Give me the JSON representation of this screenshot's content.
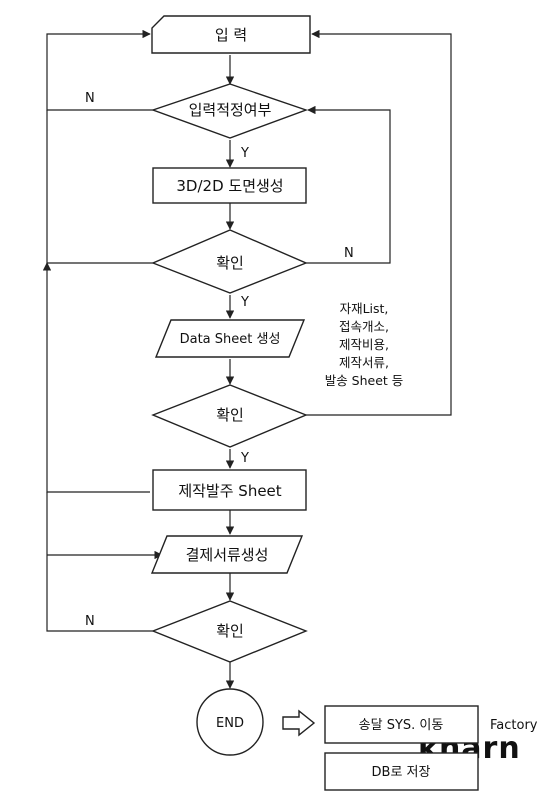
{
  "nodes": {
    "input": "입 력",
    "check_input": "입력적정여부",
    "drawing": "3D/2D 도면생성",
    "confirm1": "확인",
    "data_sheet": "Data Sheet 생성",
    "confirm2": "확인",
    "order_sheet": "제작발주 Sheet",
    "docs": "결제서류생성",
    "confirm3": "확인",
    "end": "END",
    "transfer": "송달 SYS. 이동",
    "db_save": "DB로 저장"
  },
  "labels": {
    "n1": "N",
    "y1": "Y",
    "n2": "N",
    "y2": "Y",
    "y3": "Y",
    "n3": "N",
    "factory": "Factory"
  },
  "note": [
    "자재List,",
    "접속개소,",
    "제작비용,",
    "제작서류,",
    "발송 Sheet 등"
  ],
  "watermark": "kharn"
}
